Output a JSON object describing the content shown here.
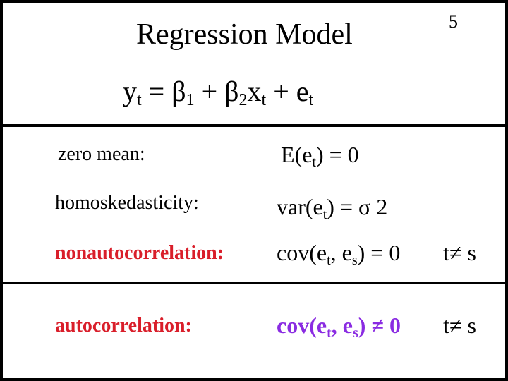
{
  "slide": {
    "title": "Regression Model",
    "page_number": "5"
  },
  "equation": {
    "y": "y",
    "y_sub": "t",
    "eq": " = ",
    "b1": "β",
    "b1_sub": "1",
    "plus1": " + ",
    "b2": "β",
    "b2_sub": "2",
    "x": "x",
    "x_sub": "t",
    "plus2": " + ",
    "e": "e",
    "e_sub": "t"
  },
  "rows": [
    {
      "label": "zero mean:",
      "expr_pre": "E(e",
      "expr_sub": "t",
      "expr_post": ") = 0"
    },
    {
      "label": "homoskedasticity:",
      "expr_pre": "var(e",
      "expr_sub": "t",
      "expr_post": ") = σ 2"
    },
    {
      "label": "nonautocorrelation:",
      "expr_pre": "cov(e",
      "expr_sub1": "t",
      "expr_mid": ", e",
      "expr_sub2": "s",
      "expr_post": ") = 0",
      "condition": "t≠ s"
    },
    {
      "label": "autocorrelation:",
      "expr_pre": "cov(e",
      "expr_sub1": "t",
      "expr_mid": ", e",
      "expr_sub2": "s",
      "expr_post": ") ≠ 0",
      "condition": "t≠ s"
    }
  ],
  "colors": {
    "accent_red": "#d91e2a",
    "accent_purple": "#8a2be2",
    "text": "#000000",
    "background": "#ffffff"
  }
}
